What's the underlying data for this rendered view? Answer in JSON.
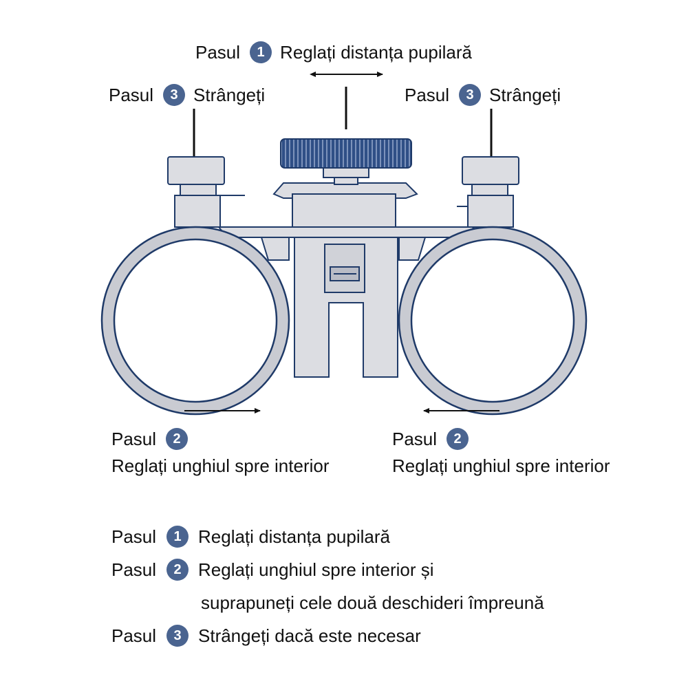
{
  "colors": {
    "badge": "#4a6490",
    "outline": "#1f3a68",
    "body_fill": "#dcdde2",
    "ring_fill": "#c9cbd2",
    "arrow": "#111111"
  },
  "icons": {
    "step_badge": "numbered-circle",
    "arrow": "double-arrow"
  },
  "top_label": {
    "prefix": "Pasul",
    "num": "1",
    "text": "Reglați distanța pupilară"
  },
  "left_tighten": {
    "prefix": "Pasul",
    "num": "3",
    "text": "Strângeți"
  },
  "right_tighten": {
    "prefix": "Pasul",
    "num": "3",
    "text": "Strângeți"
  },
  "left_angle": {
    "prefix": "Pasul",
    "num": "2",
    "text": "Reglați unghiul spre interior"
  },
  "right_angle": {
    "prefix": "Pasul",
    "num": "2",
    "text": "Reglați unghiul spre interior"
  },
  "legend": [
    {
      "prefix": "Pasul",
      "num": "1",
      "text": "Reglați distanța pupilară"
    },
    {
      "prefix": "Pasul",
      "num": "2",
      "text": "Reglați unghiul spre interior și",
      "continuation": "suprapuneți cele două deschideri împreună"
    },
    {
      "prefix": "Pasul",
      "num": "3",
      "text": "Strângeți dacă este necesar"
    }
  ]
}
